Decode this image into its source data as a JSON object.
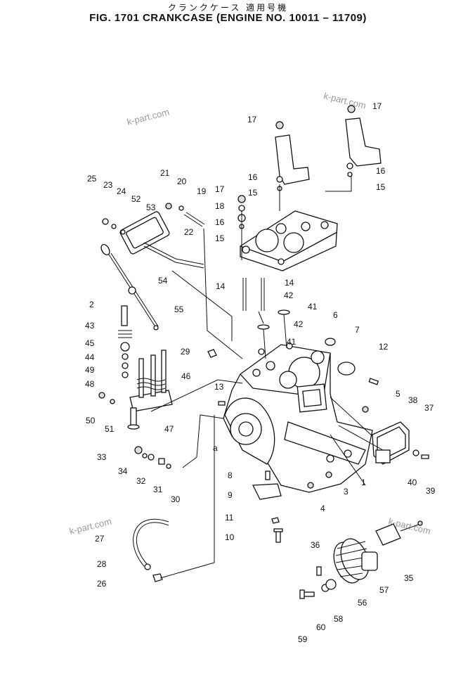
{
  "header": {
    "title_jp": "クランクケース 適用号機",
    "title": "FIG. 1701  CRANKCASE (ENGINE NO. 10011 – 11709)"
  },
  "watermark": "k-part.com",
  "callouts": [
    "1",
    "2",
    "3",
    "4",
    "5",
    "6",
    "7",
    "8",
    "9",
    "10",
    "11",
    "12",
    "13",
    "14",
    "15",
    "16",
    "17",
    "18",
    "19",
    "20",
    "21",
    "22",
    "23",
    "24",
    "25",
    "26",
    "27",
    "28",
    "29",
    "30",
    "31",
    "32",
    "33",
    "34",
    "35",
    "36",
    "37",
    "38",
    "39",
    "40",
    "41",
    "42",
    "43",
    "44",
    "45",
    "46",
    "47",
    "48",
    "49",
    "50",
    "51",
    "52",
    "53",
    "54",
    "55",
    "56",
    "57",
    "58",
    "59",
    "60",
    "a"
  ]
}
